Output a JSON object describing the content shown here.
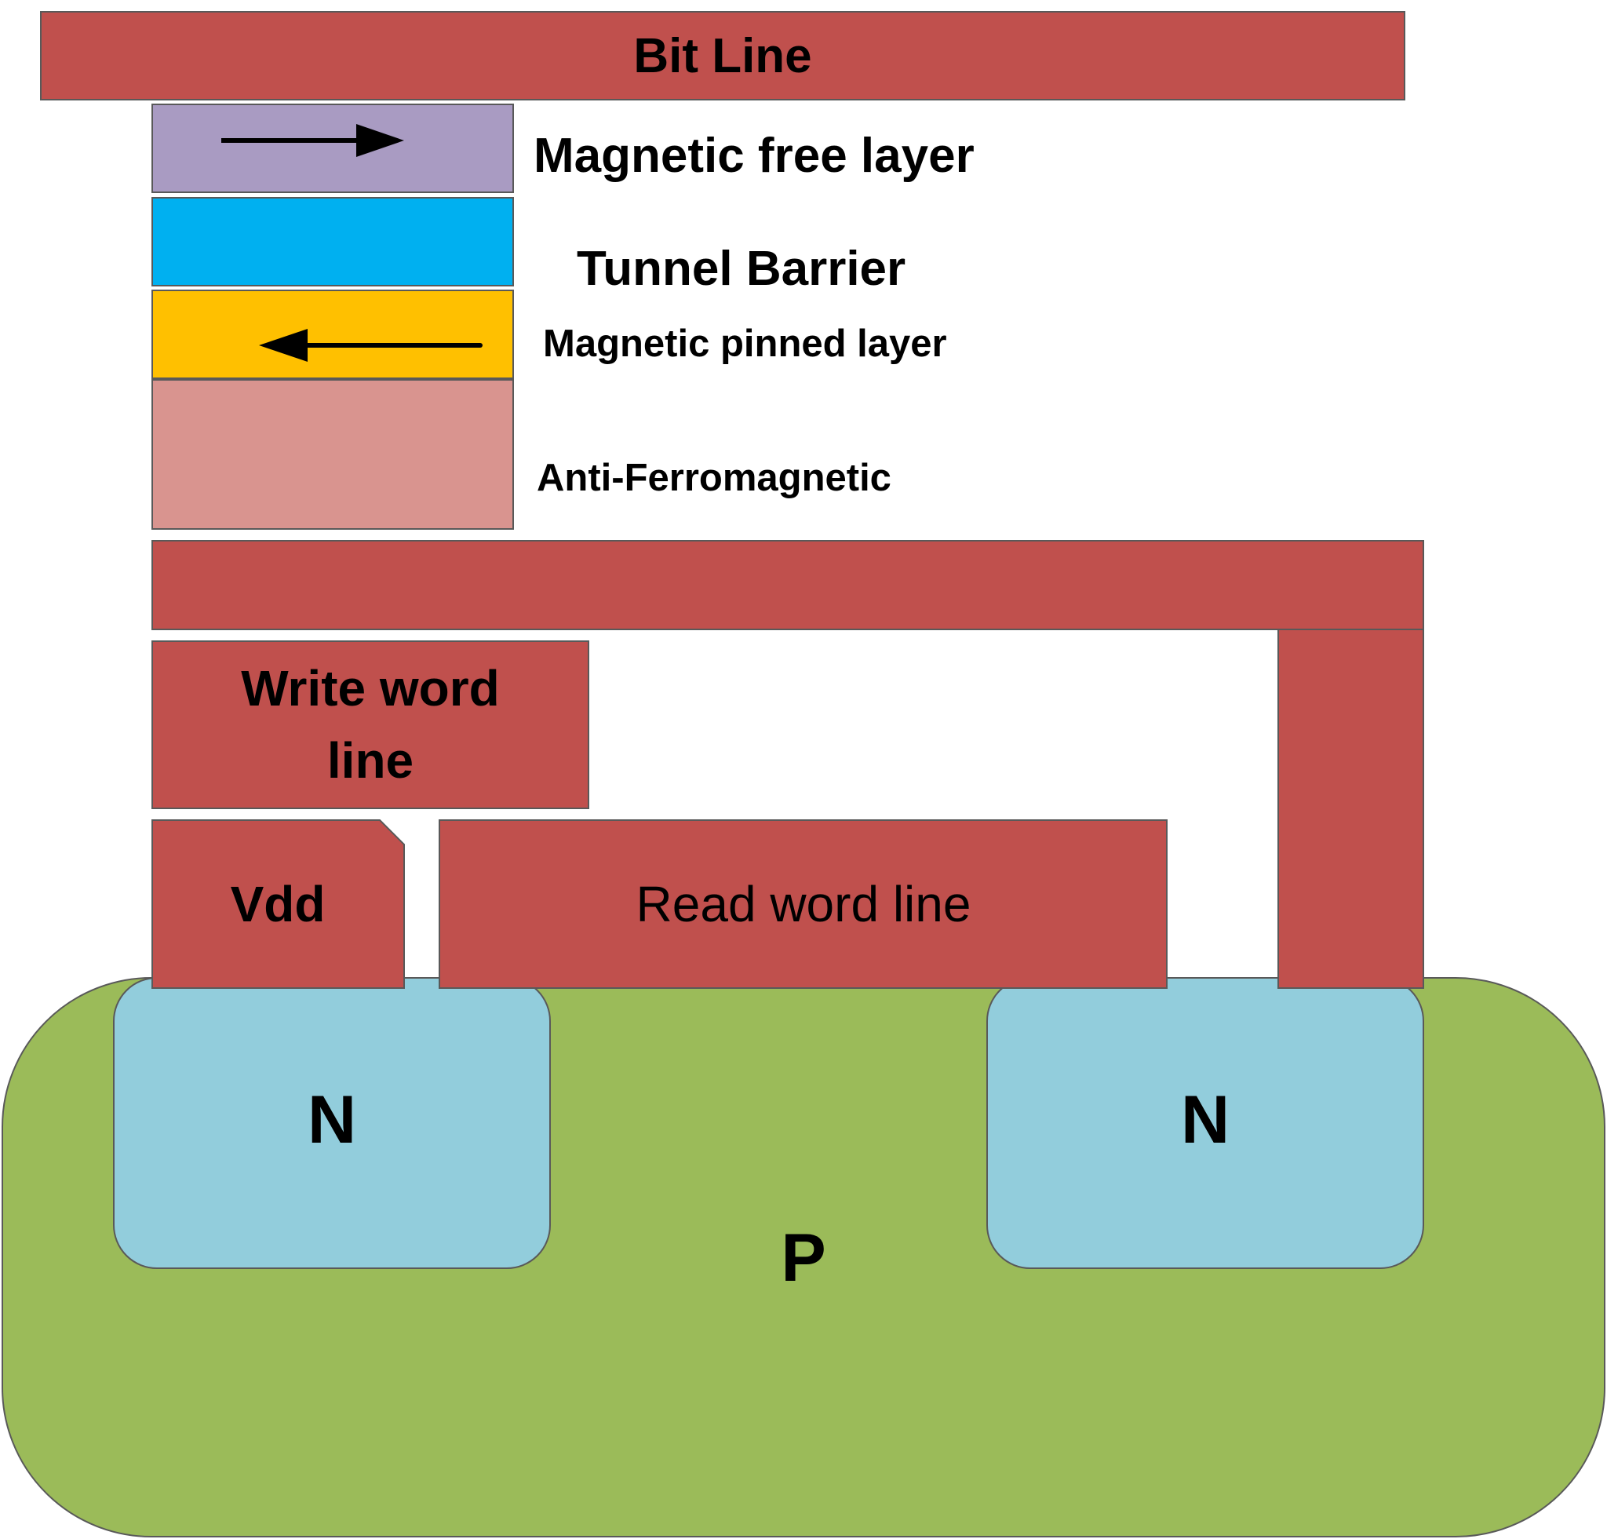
{
  "labels": {
    "bit_line": "Bit Line",
    "free_layer": "Magnetic free layer",
    "tunnel_barrier": "Tunnel Barrier",
    "pinned_layer": "Magnetic pinned layer",
    "anti_ferromagnetic": "Anti-Ferromagnetic",
    "write_word_line_1": "Write word",
    "write_word_line_2": "line",
    "vdd": "Vdd",
    "read_word_line": "Read word line",
    "n_left": "N",
    "n_right": "N",
    "p_substrate": "P"
  },
  "colors": {
    "metal": "#C0504D",
    "free_layer": "#A99BC2",
    "tunnel_barrier": "#00B0F0",
    "pinned_layer": "#FFC000",
    "anti_ferromagnetic": "#D9948F",
    "n_well": "#92CDDC",
    "p_substrate": "#9BBB59",
    "outline": "#595959"
  },
  "icons": {
    "free_layer_magnetization": "arrow-right-icon",
    "pinned_layer_magnetization": "arrow-left-icon"
  }
}
